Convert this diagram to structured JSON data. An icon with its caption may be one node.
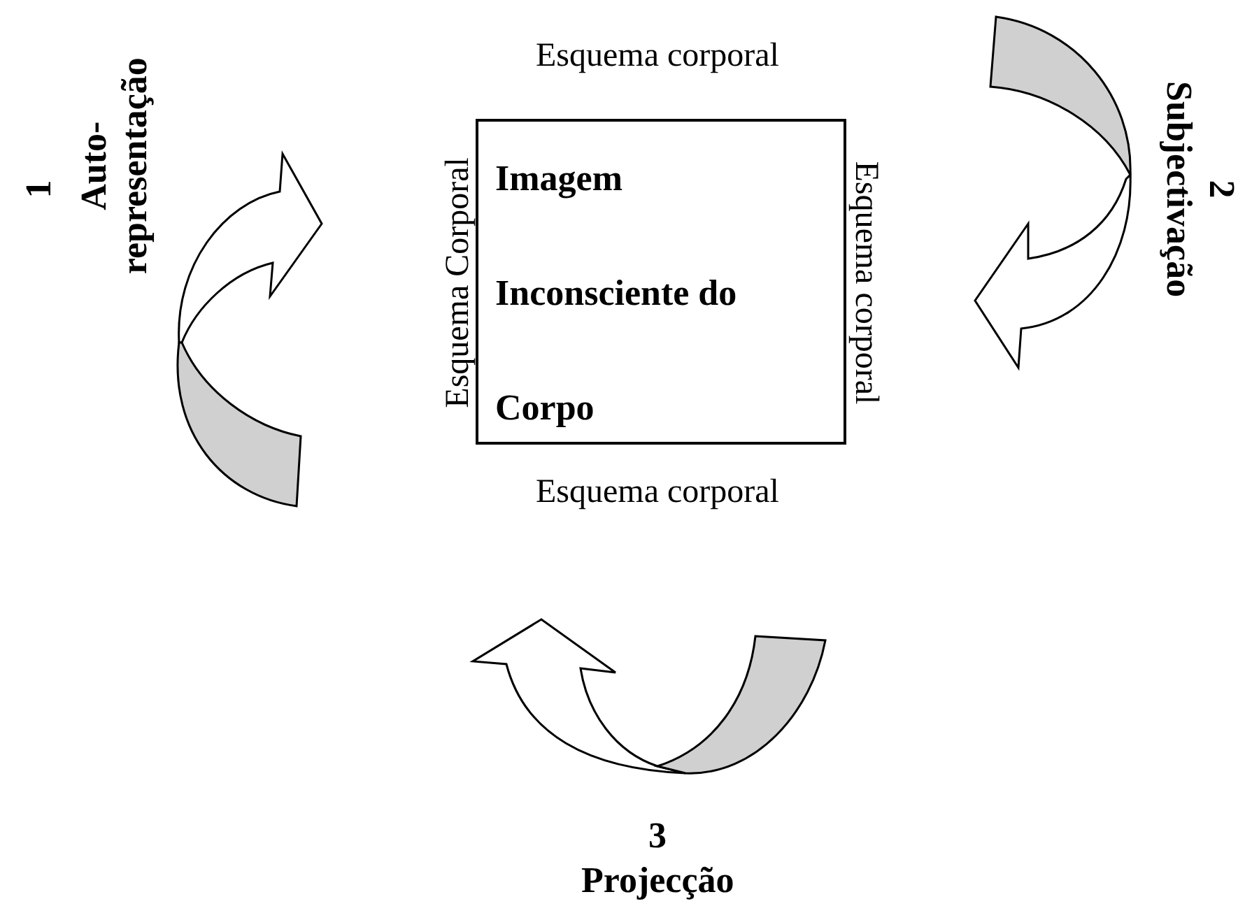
{
  "diagram": {
    "nodes": [
      {
        "text": [
          "Imagem Inconsciente do Corpo"
        ]
      }
    ],
    "labels": [
      "1",
      "Auto-representação",
      "Esquema corporal",
      "2",
      "Subjectivação",
      "Esquema Corporal",
      "Esquema corporal",
      "Esquema corporal",
      "3",
      "Projecção"
    ]
  }
}
